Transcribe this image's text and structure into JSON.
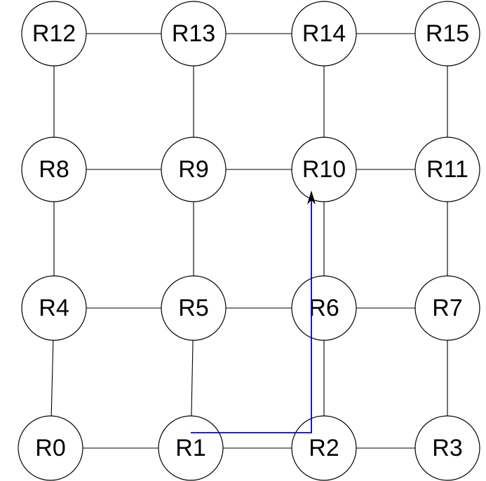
{
  "nodes": [
    {
      "id": "R0",
      "label": "R0"
    },
    {
      "id": "R1",
      "label": "R1"
    },
    {
      "id": "R2",
      "label": "R2"
    },
    {
      "id": "R3",
      "label": "R3"
    },
    {
      "id": "R4",
      "label": "R4"
    },
    {
      "id": "R5",
      "label": "R5"
    },
    {
      "id": "R6",
      "label": "R6"
    },
    {
      "id": "R7",
      "label": "R7"
    },
    {
      "id": "R8",
      "label": "R8"
    },
    {
      "id": "R9",
      "label": "R9"
    },
    {
      "id": "R10",
      "label": "R10"
    },
    {
      "id": "R11",
      "label": "R11"
    },
    {
      "id": "R12",
      "label": "R12"
    },
    {
      "id": "R13",
      "label": "R13"
    },
    {
      "id": "R14",
      "label": "R14"
    },
    {
      "id": "R15",
      "label": "R15"
    }
  ],
  "edges": [
    [
      "R0",
      "R1"
    ],
    [
      "R1",
      "R2"
    ],
    [
      "R2",
      "R3"
    ],
    [
      "R4",
      "R5"
    ],
    [
      "R5",
      "R6"
    ],
    [
      "R6",
      "R7"
    ],
    [
      "R8",
      "R9"
    ],
    [
      "R9",
      "R10"
    ],
    [
      "R10",
      "R11"
    ],
    [
      "R12",
      "R13"
    ],
    [
      "R13",
      "R14"
    ],
    [
      "R14",
      "R15"
    ],
    [
      "R0",
      "R4"
    ],
    [
      "R4",
      "R8"
    ],
    [
      "R8",
      "R12"
    ],
    [
      "R1",
      "R5"
    ],
    [
      "R5",
      "R9"
    ],
    [
      "R9",
      "R13"
    ],
    [
      "R2",
      "R6"
    ],
    [
      "R6",
      "R10"
    ],
    [
      "R10",
      "R14"
    ],
    [
      "R3",
      "R7"
    ],
    [
      "R7",
      "R11"
    ],
    [
      "R11",
      "R15"
    ]
  ],
  "route": {
    "from": "R1",
    "via": [
      "R2"
    ],
    "to": "R10",
    "color": "#0000cc",
    "arrow_color": "#000000"
  }
}
